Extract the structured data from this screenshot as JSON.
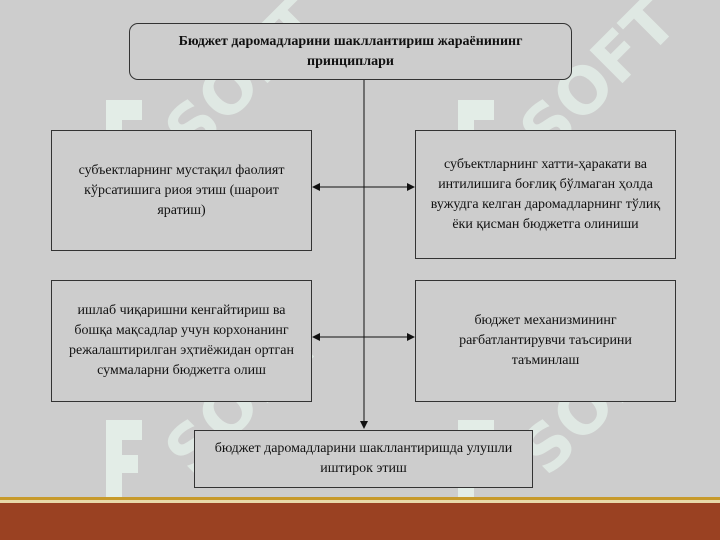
{
  "title": "Бюджет даромадларини шакллантириш жараёнининг принциплари",
  "boxes": {
    "left_top": "субъектларнинг мустақил фаолият кўрсатишига риоя этиш (шароит яратиш)",
    "right_top": "субъектларнинг хатти-ҳаракати ва интилишига боғлиқ бўлмаган ҳолда вужудга келган даромадларнинг тўлиқ ёки қисман  бюджетга олиниши",
    "left_bottom": "ишлаб чиқаришни кенгайтириш ва бошқа мақсадлар учун корхонанинг режалаштирилган эҳтиёжидан ортган суммаларни бюджетга олиш",
    "right_bottom": "бюджет механизмининг рағбатлантирувчи таъсирини таъминлаш",
    "bottom": "бюджет даромадларини шакллантиришда улушли иштирок этиш"
  },
  "watermark": {
    "text": "SOFT"
  },
  "colors": {
    "background": "#cdcdcd",
    "footer": "#9a4122",
    "footer_accent": "#c79a2b",
    "watermark": "#e3ede7"
  }
}
